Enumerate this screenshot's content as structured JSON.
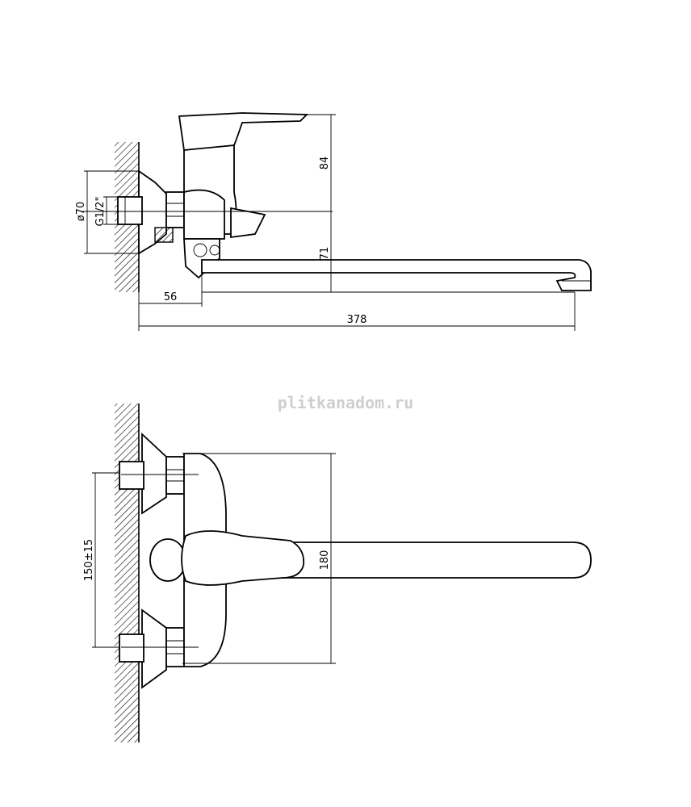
{
  "dimensions": {
    "side_view": {
      "height_top": "84",
      "height_spout": "71",
      "diameter": "ø70",
      "thread": "G1/2\"",
      "offset": "56",
      "total_length": "378"
    },
    "top_view": {
      "width": "180",
      "connection_spacing": "150±15"
    }
  },
  "watermark": "plitkanadom.ru",
  "colors": {
    "line": "#000000",
    "background": "#ffffff",
    "watermark": "#cfcfcf"
  }
}
